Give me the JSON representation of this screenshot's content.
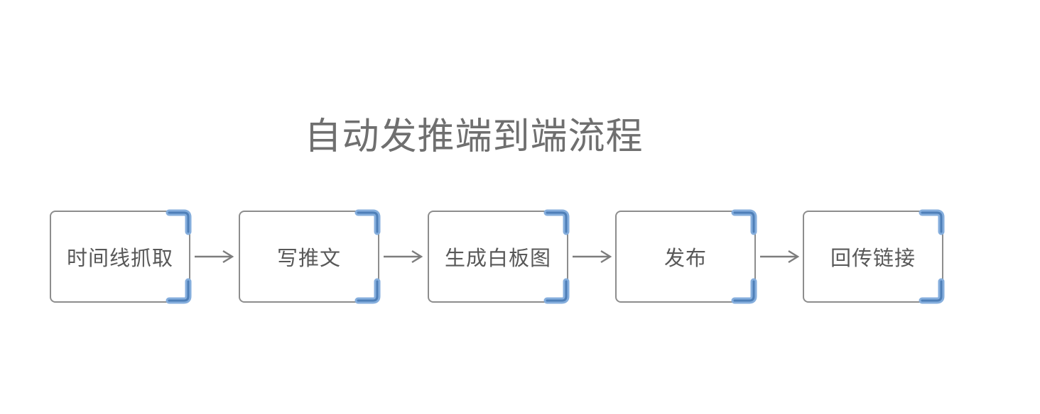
{
  "title": "自动发推端到端流程",
  "flow": {
    "nodes": [
      {
        "label": "时间线抓取"
      },
      {
        "label": "写推文"
      },
      {
        "label": "生成白板图"
      },
      {
        "label": "发布"
      },
      {
        "label": "回传链接"
      }
    ],
    "connector_style": "single-headed-arrow",
    "direction": "left-to-right"
  },
  "colors": {
    "background": "#ffffff",
    "title_text": "#6f6f6f",
    "box_border": "#8d8d8d",
    "box_text": "#585858",
    "arrow": "#7d7d7d",
    "bracket_light": "#85aedd",
    "bracket_dark": "#4e7fb8"
  }
}
